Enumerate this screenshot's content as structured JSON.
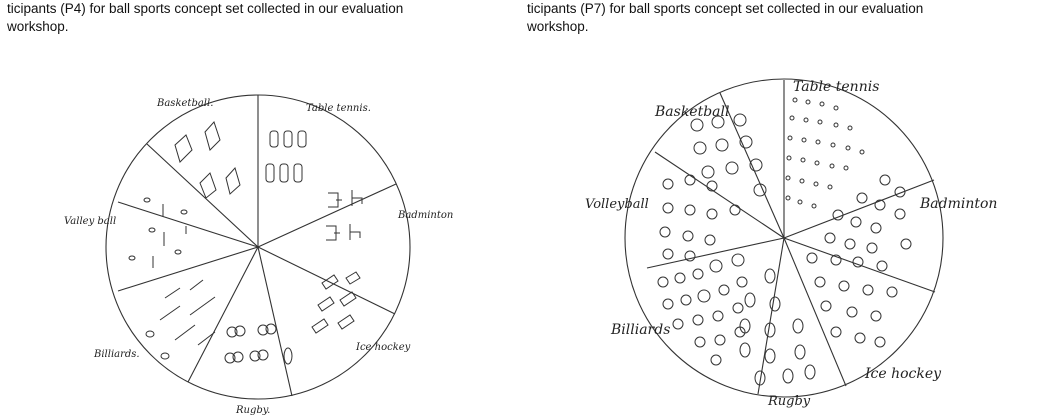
{
  "captions": {
    "left": {
      "line1": "ticipants (P4) for ball sports concept set collected in our evaluation",
      "line2": "workshop."
    },
    "right": {
      "line1": "ticipants (P7) for ball sports concept set collected in our evaluation",
      "line2": "workshop."
    }
  },
  "figure_left": {
    "labels": [
      "Table tennis.",
      "Badminton",
      "Ice hockey",
      "Rugby.",
      "Billiards.",
      "Valley ball",
      "Basketball."
    ]
  },
  "figure_right": {
    "labels": [
      "Table tennis",
      "Badminton",
      "Ice hockey",
      "Rugby",
      "Billiards",
      "Volleyball",
      "Basketball"
    ]
  }
}
